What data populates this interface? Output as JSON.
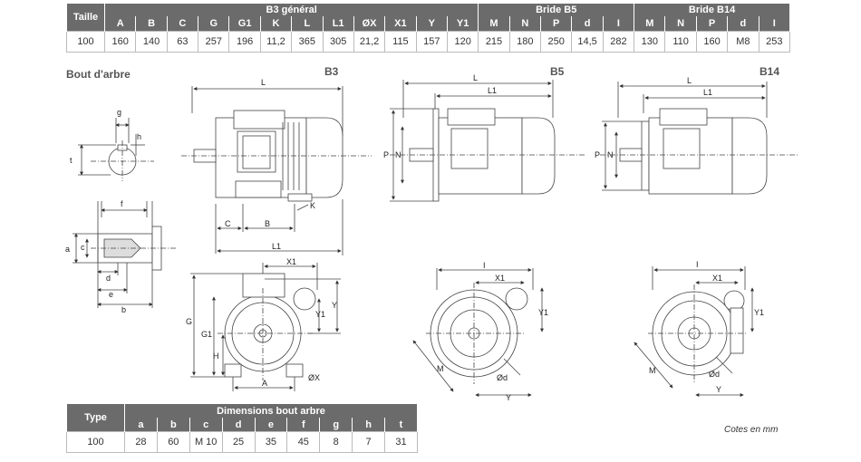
{
  "main_table": {
    "taille_header": "Taille",
    "groups": [
      {
        "label": "B3 général",
        "span": 12
      },
      {
        "label": "Bride B5",
        "span": 5
      },
      {
        "label": "Bride B14",
        "span": 5
      }
    ],
    "columns": [
      "A",
      "B",
      "C",
      "G",
      "G1",
      "K",
      "L",
      "L1",
      "ØX",
      "X1",
      "Y",
      "Y1",
      "M",
      "N",
      "P",
      "d",
      "I",
      "M",
      "N",
      "P",
      "d",
      "I"
    ],
    "row": {
      "taille": "100",
      "values": [
        "160",
        "140",
        "63",
        "257",
        "196",
        "11,2",
        "365",
        "305",
        "21,2",
        "115",
        "157",
        "120",
        "215",
        "180",
        "250",
        "14,5",
        "282",
        "130",
        "110",
        "160",
        "M8",
        "253"
      ]
    }
  },
  "shaft_table": {
    "type_header": "Type",
    "group_label": "Dimensions bout arbre",
    "columns": [
      "a",
      "b",
      "c",
      "d",
      "e",
      "f",
      "g",
      "h",
      "t"
    ],
    "row": {
      "type": "100",
      "values": [
        "28",
        "60",
        "M 10",
        "25",
        "35",
        "45",
        "8",
        "7",
        "31"
      ]
    }
  },
  "labels": {
    "shaft_end": "Bout d'arbre",
    "b3": "B3",
    "b5": "B5",
    "b14": "B14",
    "units_note": "Cotes en mm"
  },
  "dims": {
    "L": "L",
    "L1": "L1",
    "C": "C",
    "B": "B",
    "K": "K",
    "P": "P",
    "N": "N",
    "X1": "X1",
    "Y1": "Y1",
    "Y": "Y",
    "G": "G",
    "G1": "G1",
    "H": "H",
    "A": "A",
    "OX": "ØX",
    "I": "I",
    "M": "M",
    "Od": "Ød",
    "g": "g",
    "h": "h",
    "t": "t",
    "f": "f",
    "e": "e",
    "a": "a",
    "c": "c",
    "d": "d",
    "b": "b"
  }
}
